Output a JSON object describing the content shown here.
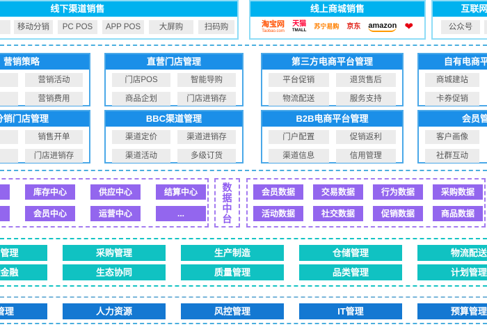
{
  "colors": {
    "banner_cyan": "#00b2ef",
    "panel_header_blue": "#1b8fe8",
    "bottom_blue": "#1478d2",
    "purple": "#9366ee",
    "teal": "#10c2c2",
    "item_gray": "#ececec",
    "dashed_blue": "#4aaede",
    "dashed_purple": "#a37bf0",
    "dashed_teal": "#14c3c3"
  },
  "top": {
    "offline": {
      "title": "线下渠道销售",
      "items": [
        "移动分销",
        "PC POS",
        "APP POS",
        "大屏购",
        "扫码购"
      ]
    },
    "online": {
      "title": "线上商城销售",
      "logos": {
        "taobao": "淘宝网",
        "taobao_sub": "Taobao.com",
        "tmall": "天猫",
        "tmall_sub": "TMALL",
        "suning": "苏宁易购",
        "jd": "京东",
        "amazon": "amazon",
        "heart": "❤"
      }
    },
    "internet": {
      "title": "互联网销售",
      "items": [
        "公众号"
      ]
    }
  },
  "channel_panels": [
    {
      "title": "营销策略",
      "items": [
        "营销活动",
        "营销费用"
      ]
    },
    {
      "title": "直营门店管理",
      "items": [
        "门店POS",
        "智能导购",
        "商品企划",
        "门店进销存"
      ]
    },
    {
      "title": "第三方电商平台管理",
      "items": [
        "平台促销",
        "退货售后",
        "物流配送",
        "服务支持"
      ]
    },
    {
      "title": "自有电商平台管理",
      "items": [
        "商城建站",
        "卡券促销"
      ]
    },
    {
      "title": "分销门店管理",
      "items": [
        "销售开单",
        "门店进销存"
      ]
    },
    {
      "title": "BBC渠道管理",
      "items": [
        "渠道定价",
        "渠道进销存",
        "渠道活动",
        "多级订货"
      ]
    },
    {
      "title": "B2B电商平台管理",
      "items": [
        "门户配置",
        "促销返利",
        "渠道信息",
        "信用管理"
      ]
    },
    {
      "title": "会员管理",
      "items": [
        "客户画像",
        "社群互动"
      ]
    }
  ],
  "middle": {
    "business_centers": [
      "库存中心",
      "供应中心",
      "结算中心",
      "会员中心",
      "运营中心",
      "..."
    ],
    "data_label": "数据中台",
    "data_items": [
      "会员数据",
      "交易数据",
      "行为数据",
      "采购数据",
      "活动数据",
      "社交数据",
      "促销数据",
      "商品数据"
    ]
  },
  "supply": {
    "row1": [
      "供应商管理",
      "采购管理",
      "生产制造",
      "仓储管理",
      "物流配送"
    ],
    "row2": [
      "供应链金融",
      "生态协同",
      "质量管理",
      "品类管理",
      "计划管理"
    ]
  },
  "backend": [
    "财务管理",
    "人力资源",
    "风控管理",
    "IT管理",
    "预算管理"
  ]
}
